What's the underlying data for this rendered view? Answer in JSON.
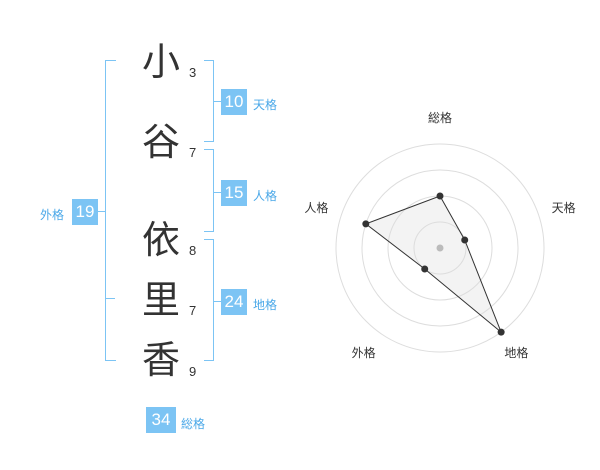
{
  "name": {
    "chars": [
      {
        "char": "小",
        "strokes": "3"
      },
      {
        "char": "谷",
        "strokes": "7"
      },
      {
        "char": "依",
        "strokes": "8"
      },
      {
        "char": "里",
        "strokes": "7"
      },
      {
        "char": "香",
        "strokes": "9"
      }
    ]
  },
  "kaku": {
    "tenkaku": {
      "value": "10",
      "label": "天格"
    },
    "jinkaku": {
      "value": "15",
      "label": "人格"
    },
    "chikaku": {
      "value": "24",
      "label": "地格"
    },
    "gaikaku": {
      "value": "19",
      "label": "外格"
    },
    "soukaku": {
      "value": "34",
      "label": "総格"
    }
  },
  "colors": {
    "accent": "#7cc4f4",
    "label": "#4aa8e8"
  },
  "chart_data": {
    "type": "radar",
    "axes": [
      "総格",
      "天格",
      "地格",
      "外格",
      "人格"
    ],
    "values": [
      2,
      1,
      4,
      1,
      3
    ],
    "rmax": 4,
    "rings": 4
  }
}
